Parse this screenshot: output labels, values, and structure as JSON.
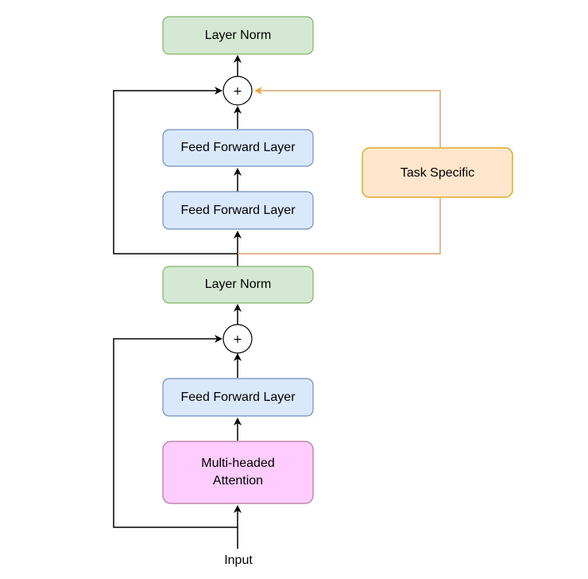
{
  "nodes": {
    "layer_norm_top": {
      "label": "Layer Norm"
    },
    "feed_forward_upper_1": {
      "label": "Feed Forward Layer"
    },
    "feed_forward_upper_2": {
      "label": "Feed Forward Layer"
    },
    "task_specific": {
      "label": "Task Specific"
    },
    "layer_norm_middle": {
      "label": "Layer Norm"
    },
    "feed_forward_lower": {
      "label": "Feed Forward Layer"
    },
    "attention": {
      "line1": "Multi-headed",
      "line2": "Attention"
    },
    "add_top": {
      "label": "+"
    },
    "add_bottom": {
      "label": "+"
    },
    "input": {
      "label": "Input"
    }
  },
  "colors": {
    "green_fill": "#d5e8d4",
    "green_stroke": "#82b366",
    "blue_fill": "#dae8fc",
    "blue_stroke": "#6c8ebf",
    "orange_fill": "#ffe6cc",
    "orange_stroke": "#d79b00",
    "orange_edge": "#d6a36f",
    "orange_arrow": "#f0a53c",
    "pink_fill": "#ffccff",
    "pink_stroke": "#b5739d",
    "edge": "#000000"
  }
}
